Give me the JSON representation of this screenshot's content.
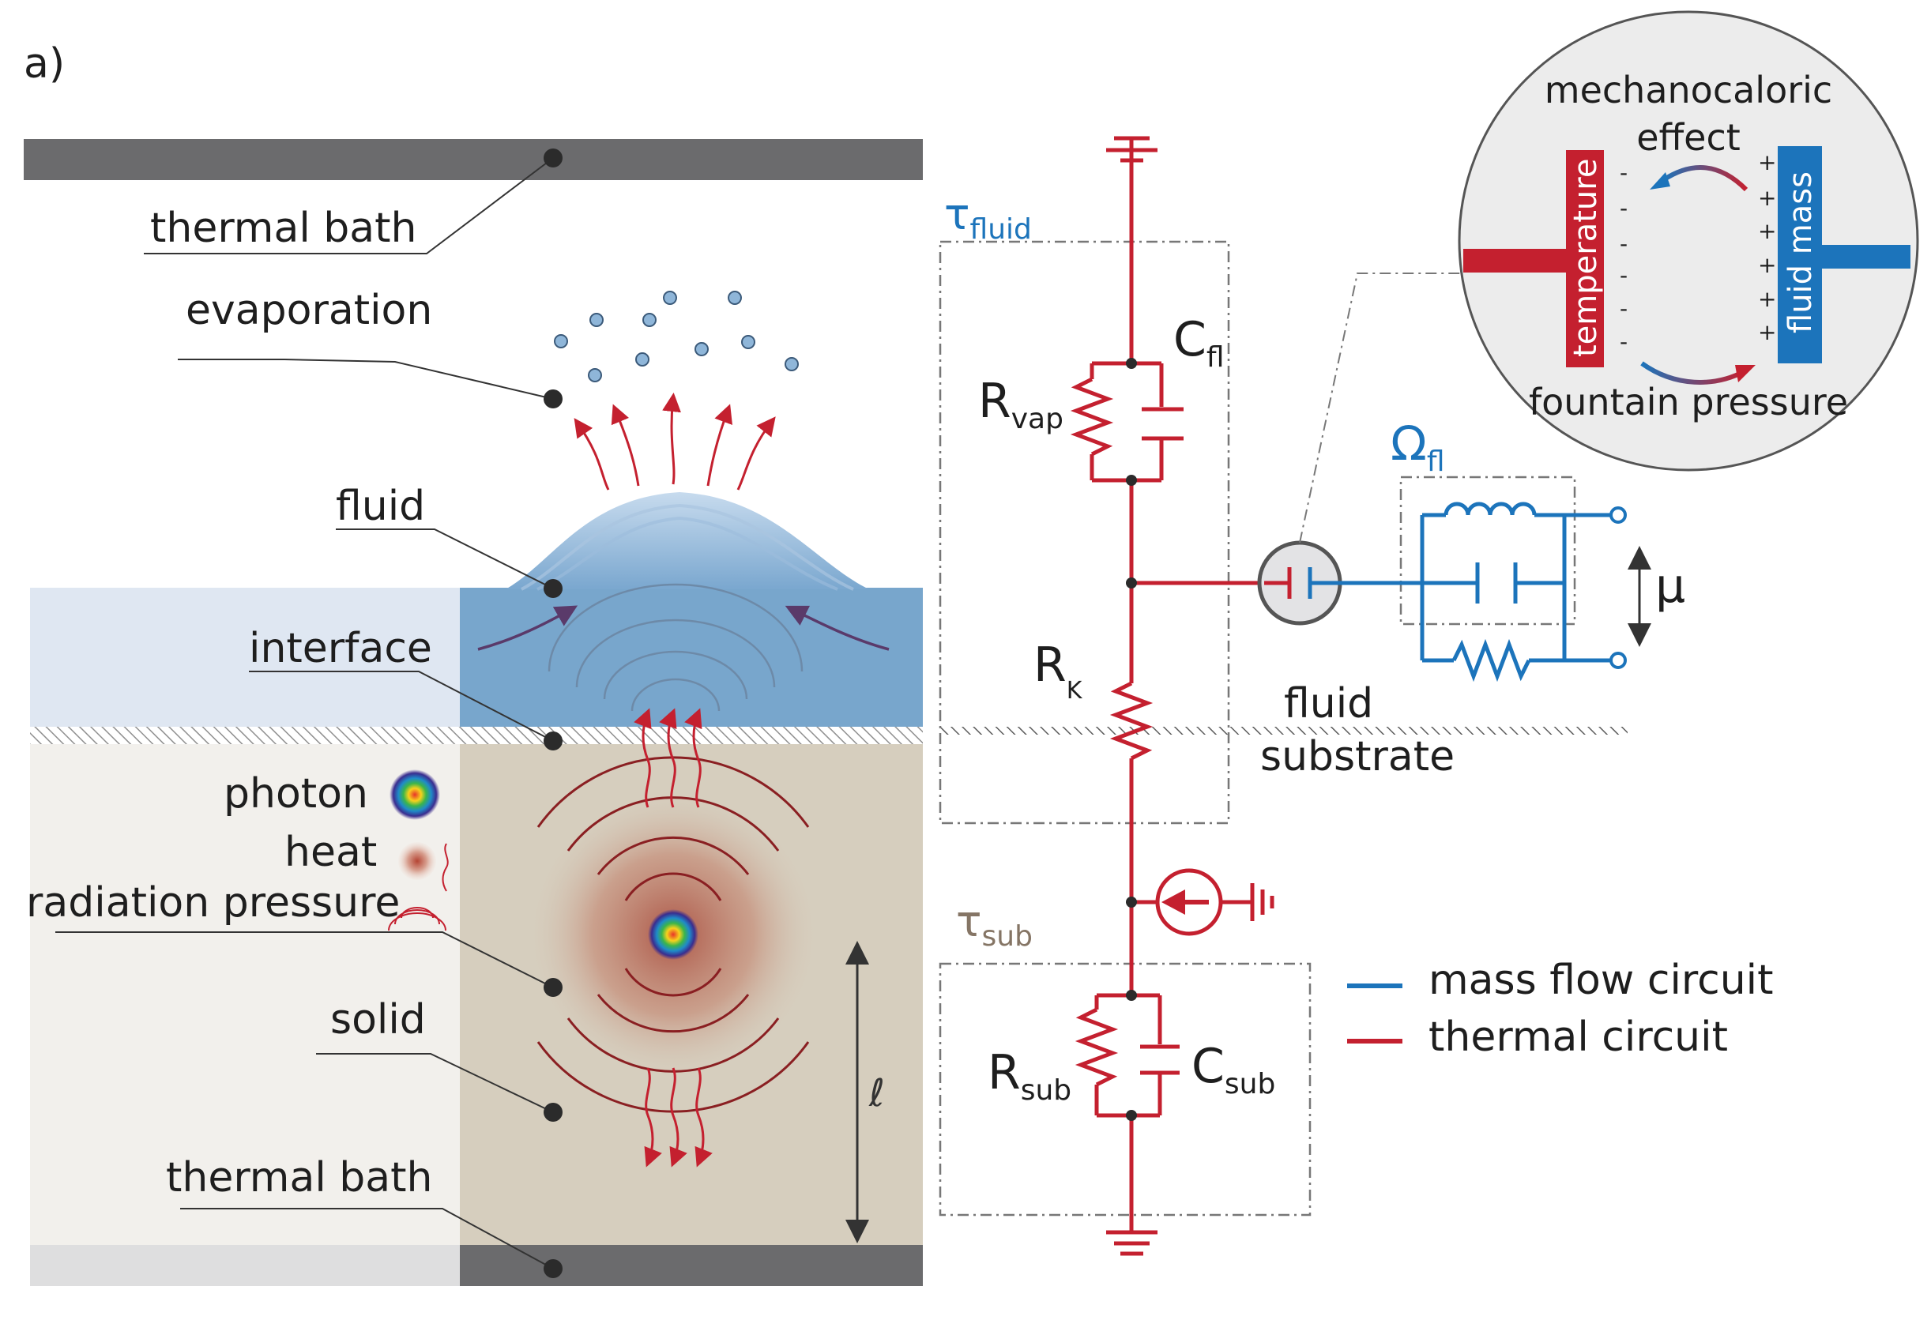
{
  "panel_label": "a)",
  "left": {
    "labels": {
      "thermal_bath_top": "thermal bath",
      "evaporation": "evaporation",
      "fluid": "fluid",
      "interface": "interface",
      "photon": "photon",
      "heat": "heat",
      "radiation_pressure": "radiation pressure",
      "solid": "solid",
      "thermal_bath_bottom": "thermal bath",
      "length_symbol": "ℓ"
    }
  },
  "circuit": {
    "tau_fluid": {
      "main": "τ",
      "sub": "fluid"
    },
    "tau_sub": {
      "main": "τ",
      "sub": "sub"
    },
    "R_vap": {
      "main": "R",
      "sub": "vap"
    },
    "C_fl": {
      "main": "C",
      "sub": "fl"
    },
    "R_K": {
      "main": "R",
      "sub": "K"
    },
    "R_sub": {
      "main": "R",
      "sub": "sub"
    },
    "C_sub": {
      "main": "C",
      "sub": "sub"
    },
    "Omega_fl": {
      "main": "Ω",
      "sub": "fl"
    },
    "mu": "μ",
    "fluid_label": "fluid",
    "substrate_label": "substrate"
  },
  "inset": {
    "title_line1": "mechanocaloric",
    "title_line2": "effect",
    "temperature": "temperature",
    "fluid_mass": "fluid mass",
    "bottom": "fountain pressure"
  },
  "legend": {
    "mass_flow": "mass flow circuit",
    "thermal": "thermal circuit"
  },
  "colors": {
    "thermal_red": "#c4202f",
    "mass_blue": "#1c74bb",
    "bath_gray": "#6b6b6d",
    "fluid_blue": "#78a6cc",
    "solid_tan": "#d6cebe"
  }
}
